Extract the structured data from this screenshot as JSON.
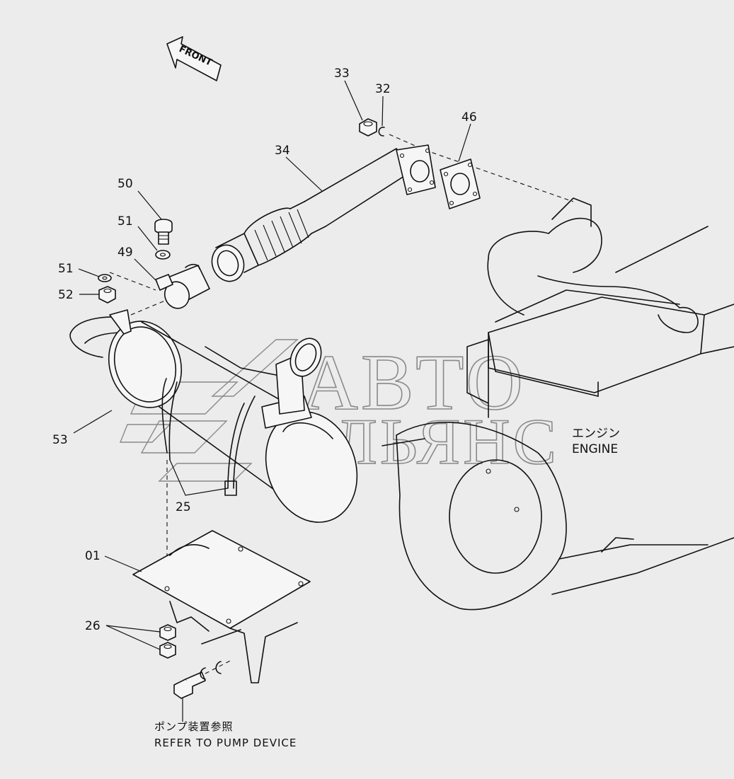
{
  "front_arrow": "FRONT",
  "callouts": {
    "p33": "33",
    "p32": "32",
    "p34": "34",
    "p46": "46",
    "p50": "50",
    "p51a": "51",
    "p49": "49",
    "p51b": "51",
    "p52": "52",
    "p53": "53",
    "p25": "25",
    "p01": "01",
    "p26": "26"
  },
  "engine_label": {
    "jp": "エンジン",
    "en": "ENGINE"
  },
  "pump_note": {
    "jp": "ポンプ装置参照",
    "en": "REFER TO PUMP DEVICE"
  },
  "watermark": {
    "line1": "АВТО",
    "line2": "АЛЬЯНС"
  }
}
